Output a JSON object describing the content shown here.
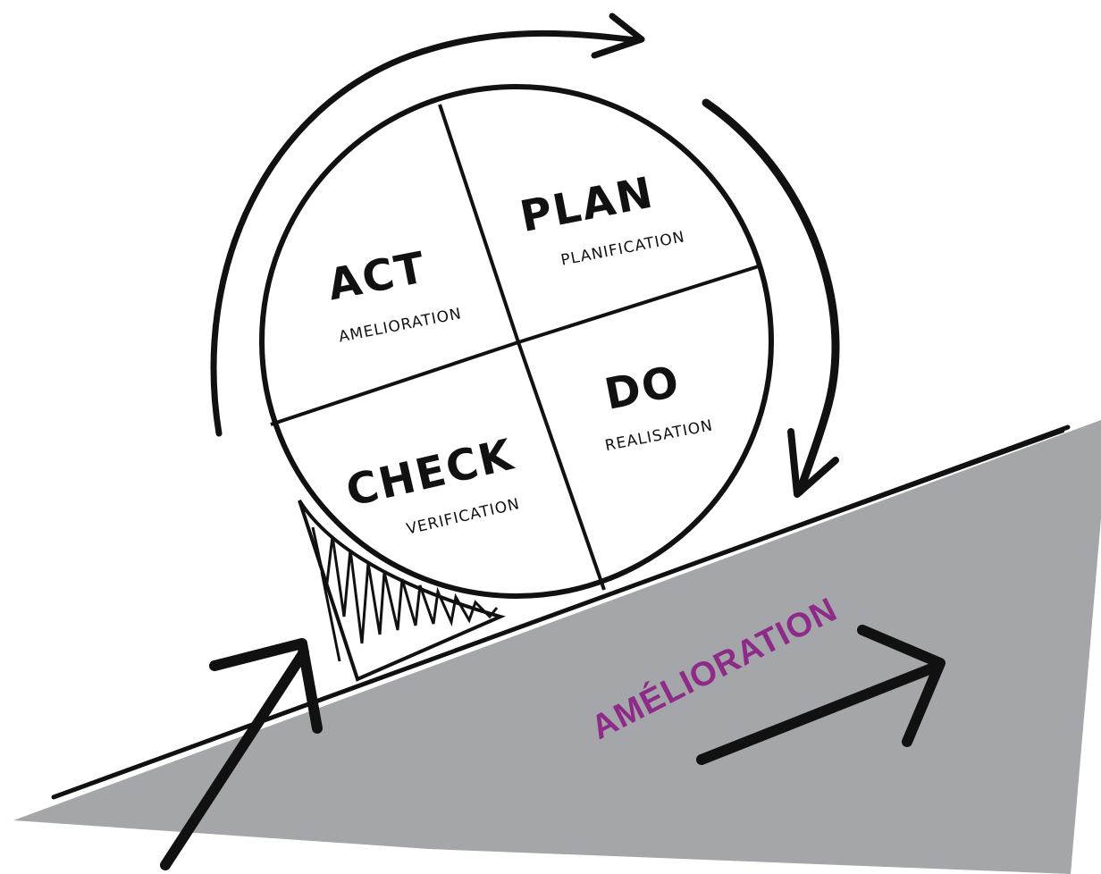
{
  "colors": {
    "ink": "#111111",
    "slope": "#a5a6a9",
    "accent": "#8e2a88",
    "background": "#ffffff"
  },
  "wheel": {
    "quadrants": [
      {
        "id": "plan",
        "title": "PLAN",
        "subtitle": "PLANIFICATION"
      },
      {
        "id": "act",
        "title": "ACT",
        "subtitle": "AMELIORATION"
      },
      {
        "id": "do",
        "title": "DO",
        "subtitle": "REALISATION"
      },
      {
        "id": "check",
        "title": "CHECK",
        "subtitle": "VERIFICATION"
      }
    ],
    "rotation_direction": "clockwise"
  },
  "slope": {
    "label": "AMÉLIORATION"
  },
  "icons": {
    "cycle_arrows": "circular-arrow-icon",
    "push_arrow": "arrow-up-right-icon",
    "progress_arrow": "arrow-right-icon",
    "wedge": "hatched-wedge-block"
  }
}
